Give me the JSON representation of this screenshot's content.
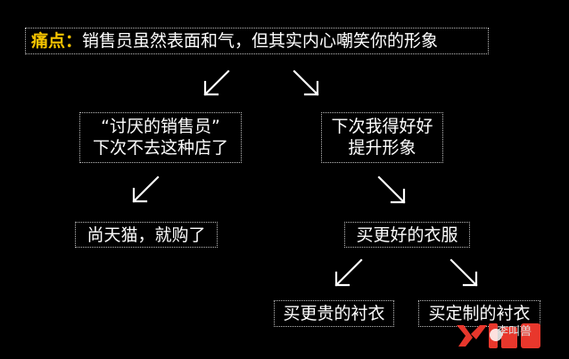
{
  "title": {
    "highlight": "痛点：",
    "text": "销售员虽然表面和气，但其实内心嘲笑你的形象"
  },
  "nodes": {
    "left_thought_line1": "“讨厌的销售员”",
    "left_thought_line2": "下次不去这种店了",
    "right_thought_line1": "下次我得好好",
    "right_thought_line2": "提升形象",
    "left_outcome": "尚天猫，就购了",
    "right_outcome": "买更好的衣服",
    "option_a": "买更贵的衬衣",
    "option_b": "买定制的衬衣"
  },
  "watermark": {
    "author": "李叫兽"
  },
  "colors": {
    "background": "#000000",
    "text": "#ffffff",
    "highlight": "#f5c400",
    "border": "#bdbdbd",
    "logo_red": "#e8372c"
  }
}
